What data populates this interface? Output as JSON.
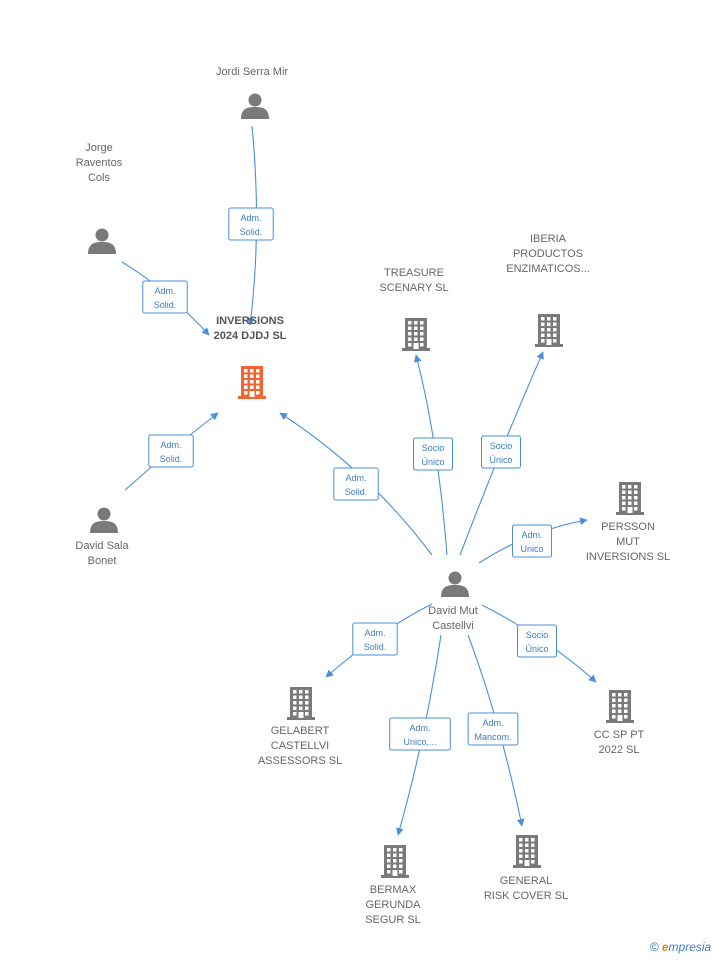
{
  "colors": {
    "edge": "#4a90d9",
    "person": "#7a7a7a",
    "company": "#7a7a7a",
    "main_company": "#f26531"
  },
  "nodes": [
    {
      "id": "inversions",
      "kind": "company",
      "main": true,
      "label": [
        "INVERSIONS",
        "2024 DJDJ  SL"
      ]
    },
    {
      "id": "jordi",
      "kind": "person",
      "label": [
        "Jordi Serra Mir"
      ]
    },
    {
      "id": "jorge",
      "kind": "person",
      "label": [
        "Jorge",
        "Raventos",
        "Cols"
      ]
    },
    {
      "id": "davidsala",
      "kind": "person",
      "label": [
        "David Sala",
        "Bonet"
      ]
    },
    {
      "id": "davidmut",
      "kind": "person",
      "label": [
        "David Mut",
        "Castellvi"
      ]
    },
    {
      "id": "treasure",
      "kind": "company",
      "label": [
        "TREASURE",
        "SCENARY  SL"
      ]
    },
    {
      "id": "iberia",
      "kind": "company",
      "label": [
        "IBERIA",
        "PRODUCTOS",
        "ENZIMATICOS..."
      ]
    },
    {
      "id": "persson",
      "kind": "company",
      "label": [
        "PERSSON",
        "MUT",
        "INVERSIONS  SL"
      ]
    },
    {
      "id": "gelabert",
      "kind": "company",
      "label": [
        "GELABERT",
        "CASTELLVI",
        "ASSESSORS  SL"
      ]
    },
    {
      "id": "ccsp",
      "kind": "company",
      "label": [
        "CC SP PT",
        "2022  SL"
      ]
    },
    {
      "id": "bermax",
      "kind": "company",
      "label": [
        "BERMAX",
        "GERUNDA",
        "SEGUR  SL"
      ]
    },
    {
      "id": "general",
      "kind": "company",
      "label": [
        "GENERAL",
        "RISK COVER SL"
      ]
    }
  ],
  "edges": [
    {
      "from": "jordi",
      "to": "inversions",
      "label": [
        "Adm.",
        "Solid."
      ]
    },
    {
      "from": "jorge",
      "to": "inversions",
      "label": [
        "Adm.",
        "Solid."
      ]
    },
    {
      "from": "davidsala",
      "to": "inversions",
      "label": [
        "Adm.",
        "Solid."
      ]
    },
    {
      "from": "davidmut",
      "to": "inversions",
      "label": [
        "Adm.",
        "Solid."
      ]
    },
    {
      "from": "davidmut",
      "to": "treasure",
      "label": [
        "Socio",
        "Único"
      ]
    },
    {
      "from": "davidmut",
      "to": "iberia",
      "label": [
        "Socio",
        "Único"
      ]
    },
    {
      "from": "davidmut",
      "to": "persson",
      "label": [
        "Adm.",
        "Unico"
      ]
    },
    {
      "from": "davidmut",
      "to": "gelabert",
      "label": [
        "Adm.",
        "Solid."
      ]
    },
    {
      "from": "davidmut",
      "to": "ccsp",
      "label": [
        "Socio",
        "Único"
      ]
    },
    {
      "from": "davidmut",
      "to": "bermax",
      "label": [
        "Adm.",
        "Unico,..."
      ]
    },
    {
      "from": "davidmut",
      "to": "general",
      "label": [
        "Adm.",
        "Mancom."
      ]
    }
  ],
  "footer": {
    "copyright": "©",
    "brand_e": "e",
    "brand_rest": "mpresia"
  }
}
